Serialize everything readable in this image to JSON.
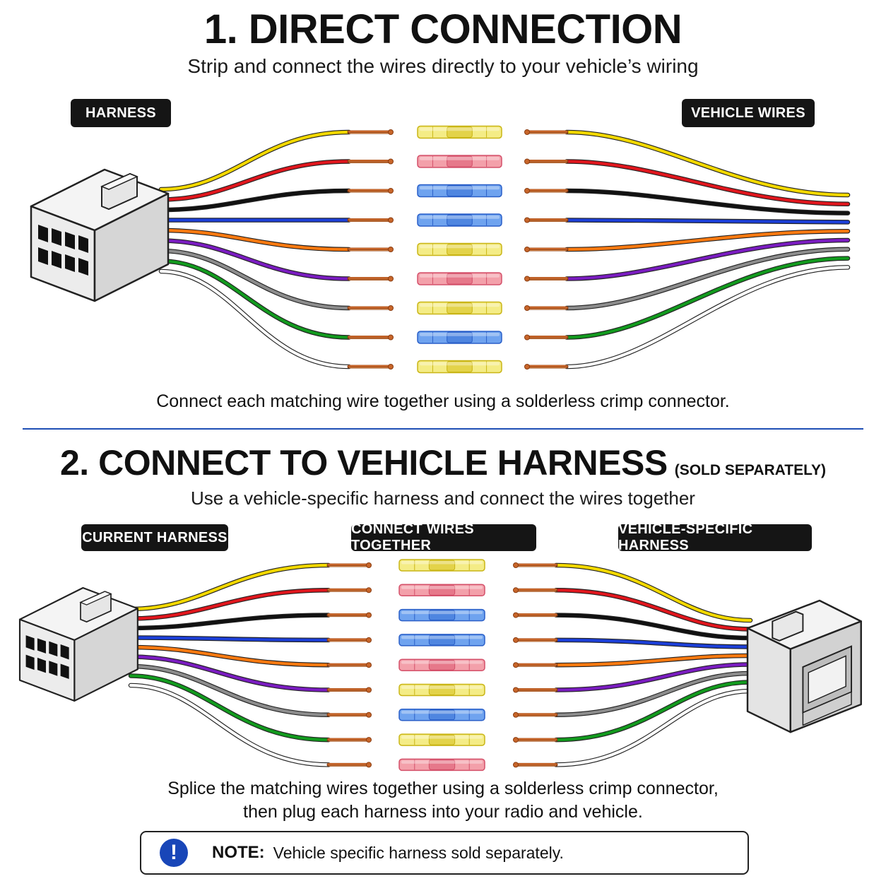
{
  "section1": {
    "title": "1. DIRECT CONNECTION",
    "subtitle": "Strip and connect the wires directly to your vehicle’s wiring",
    "left_label": "HARNESS",
    "right_label": "VEHICLE WIRES",
    "caption": "Connect each matching wire together using a solderless crimp connector."
  },
  "section2": {
    "title": "2. CONNECT TO VEHICLE HARNESS",
    "title_note": "(SOLD SEPARATELY)",
    "subtitle": "Use a vehicle-specific harness and connect the wires together",
    "left_label": "CURRENT HARNESS",
    "center_label": "CONNECT WIRES TOGETHER",
    "right_label": "VEHICLE-SPECIFIC HARNESS",
    "caption_line1": "Splice the matching wires together using a solderless crimp connector,",
    "caption_line2": "then plug each harness into your radio and vehicle."
  },
  "note": {
    "icon": "exclamation-icon",
    "icon_glyph": "!",
    "label": "NOTE:",
    "text": "Vehicle specific harness sold separately."
  },
  "colors": {
    "divider": "#1f4fb5",
    "note_icon": "#1846b8",
    "label_bg": "#151515",
    "copper": "#c8662a"
  },
  "wire_colors": [
    "#f2d800",
    "#e0161d",
    "#111111",
    "#1c3fd8",
    "#ff7a10",
    "#7a1cc0",
    "#8c8c8c",
    "#129a1e",
    "#ffffff"
  ],
  "section1_connector_colors": [
    "yellow",
    "red",
    "blue",
    "blue",
    "yellow",
    "red",
    "yellow",
    "blue",
    "yellow"
  ],
  "section2_connector_colors": [
    "yellow",
    "red",
    "blue",
    "blue",
    "red",
    "yellow",
    "blue",
    "yellow",
    "red"
  ],
  "connector_palette": {
    "yellow": {
      "body": "#f4ec86",
      "stroke": "#c9b516",
      "band": "#e3d34a"
    },
    "red": {
      "body": "#f3a0aa",
      "stroke": "#d4506a",
      "band": "#e6788a"
    },
    "blue": {
      "body": "#6fa3ef",
      "stroke": "#2a5fc8",
      "band": "#4f86e0"
    }
  }
}
